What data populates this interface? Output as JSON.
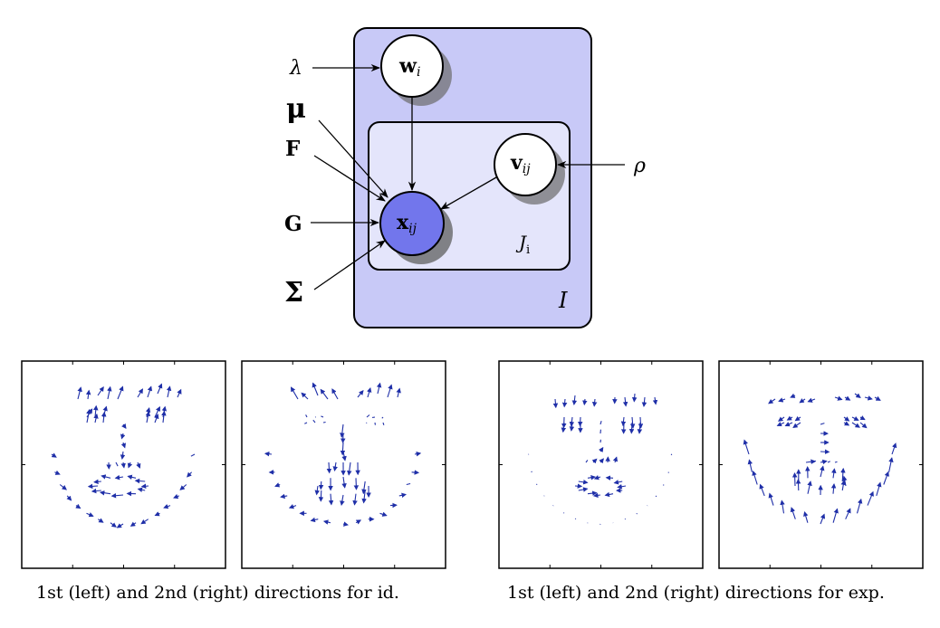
{
  "graphical_model": {
    "nodes": {
      "w": {
        "base": "w",
        "sub": "i"
      },
      "v": {
        "base": "v",
        "sub": "ij"
      },
      "x": {
        "base": "x",
        "sub": "ij"
      }
    },
    "params": {
      "lambda": "λ",
      "mu": "μ",
      "F": "F",
      "G": "G",
      "Sigma": "Σ",
      "rho": "ρ"
    },
    "plates": {
      "outer": "I",
      "inner": {
        "base": "J",
        "sub": "i"
      }
    },
    "colors": {
      "outer_plate": "#c8c9f7",
      "inner_plate": "#e4e5fb",
      "observed_node": "#7276ec",
      "arrow_field": "#1f2fa8"
    }
  },
  "captions": {
    "id": "1st (left) and 2nd (right) directions for id.",
    "exp": "1st (left) and 2nd (right) directions for exp."
  },
  "panels": [
    {
      "name": "id-direction-1",
      "pattern": "eyes-mouth-turn",
      "seed": 11
    },
    {
      "name": "id-direction-2",
      "pattern": "brow-lift-nose",
      "seed": 23
    },
    {
      "name": "exp-direction-1",
      "pattern": "eyes-close-lips-press",
      "seed": 37
    },
    {
      "name": "exp-direction-2",
      "pattern": "jaw-drop-spread",
      "seed": 51
    }
  ]
}
